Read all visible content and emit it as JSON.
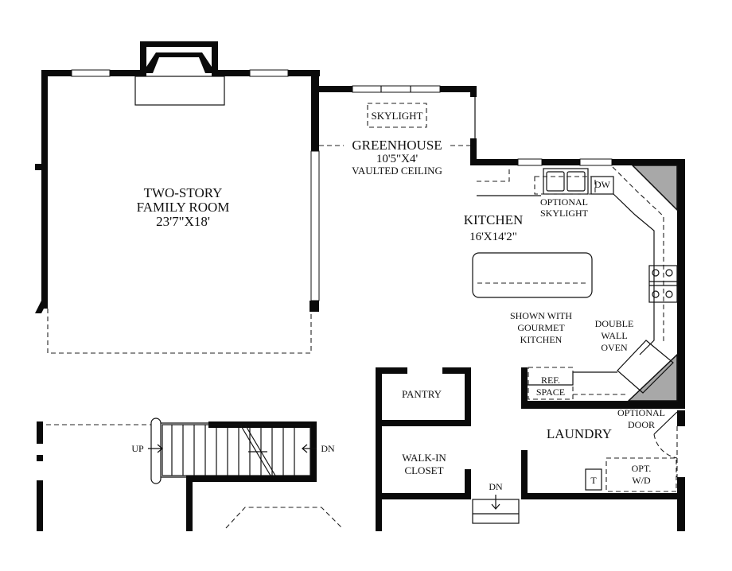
{
  "rooms": {
    "family_room": {
      "line1": "TWO-STORY",
      "line2": "FAMILY ROOM",
      "dims": "23'7\"X18'"
    },
    "greenhouse": {
      "name": "GREENHOUSE",
      "dims": "10'5\"X4'",
      "note": "VAULTED CEILING"
    },
    "skylight": "SKYLIGHT",
    "optional_skylight": {
      "line1": "OPTIONAL",
      "line2": "SKYLIGHT"
    },
    "kitchen": {
      "name": "KITCHEN",
      "dims": "16'X14'2\"",
      "note1": "SHOWN WITH",
      "note2": "GOURMET",
      "note3": "KITCHEN"
    },
    "dw": "DW",
    "double_wall_oven": {
      "line1": "DOUBLE",
      "line2": "WALL",
      "line3": "OVEN"
    },
    "ref_space": {
      "line1": "REF.",
      "line2": "SPACE"
    },
    "pantry": "PANTRY",
    "walkin_closet": {
      "line1": "WALK-IN",
      "line2": "CLOSET"
    },
    "laundry": "LAUNDRY",
    "optional_door": {
      "line1": "OPTIONAL",
      "line2": "DOOR"
    },
    "opt_wd": {
      "line1": "OPT.",
      "line2": "W/D"
    },
    "tub": "T"
  },
  "stairs": {
    "up": "UP",
    "dn_right": "DN",
    "dn_bottom": "DN"
  }
}
